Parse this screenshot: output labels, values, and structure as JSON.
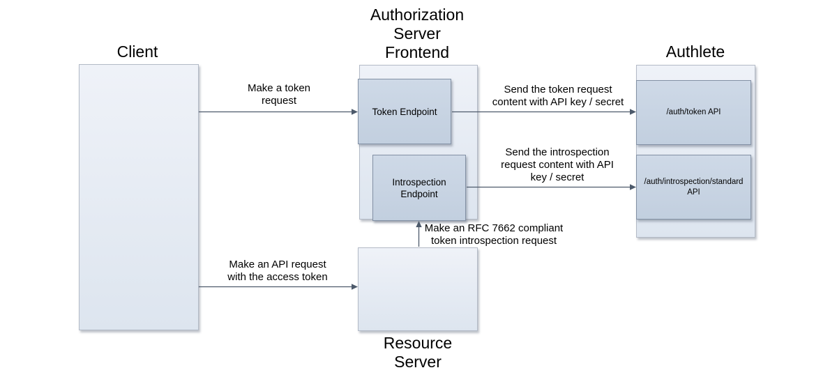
{
  "diagram": {
    "client": {
      "title": "Client"
    },
    "authorization_server_frontend": {
      "title": "Authorization\nServer\nFrontend",
      "token_endpoint_label": "Token Endpoint",
      "introspection_endpoint_label": "Introspection\nEndpoint"
    },
    "authlete": {
      "title": "Authlete",
      "token_api_label": "/auth/token API",
      "introspection_api_label": "/auth/introspection/standard\nAPI"
    },
    "resource_server": {
      "title": "Resource\nServer"
    },
    "arrows": {
      "make_token_request": "Make a token\nrequest",
      "send_token_request": "Send the token request\ncontent with API key / secret",
      "send_introspection_request": "Send the introspection\nrequest content with API\nkey / secret",
      "make_api_request": "Make an API request\nwith the access token",
      "make_rfc7662_request": "Make an RFC 7662 compliant\ntoken introspection request"
    }
  },
  "colors": {
    "outer_fill_top": "#eff2f8",
    "outer_fill_bottom": "#dde5ef",
    "inner_fill_top": "#ced9e7",
    "inner_fill_bottom": "#c2cfdf",
    "outer_border": "#b3bac6",
    "inner_border": "#8290a4",
    "arrow": "#4d5a6b",
    "text": "#000000"
  }
}
